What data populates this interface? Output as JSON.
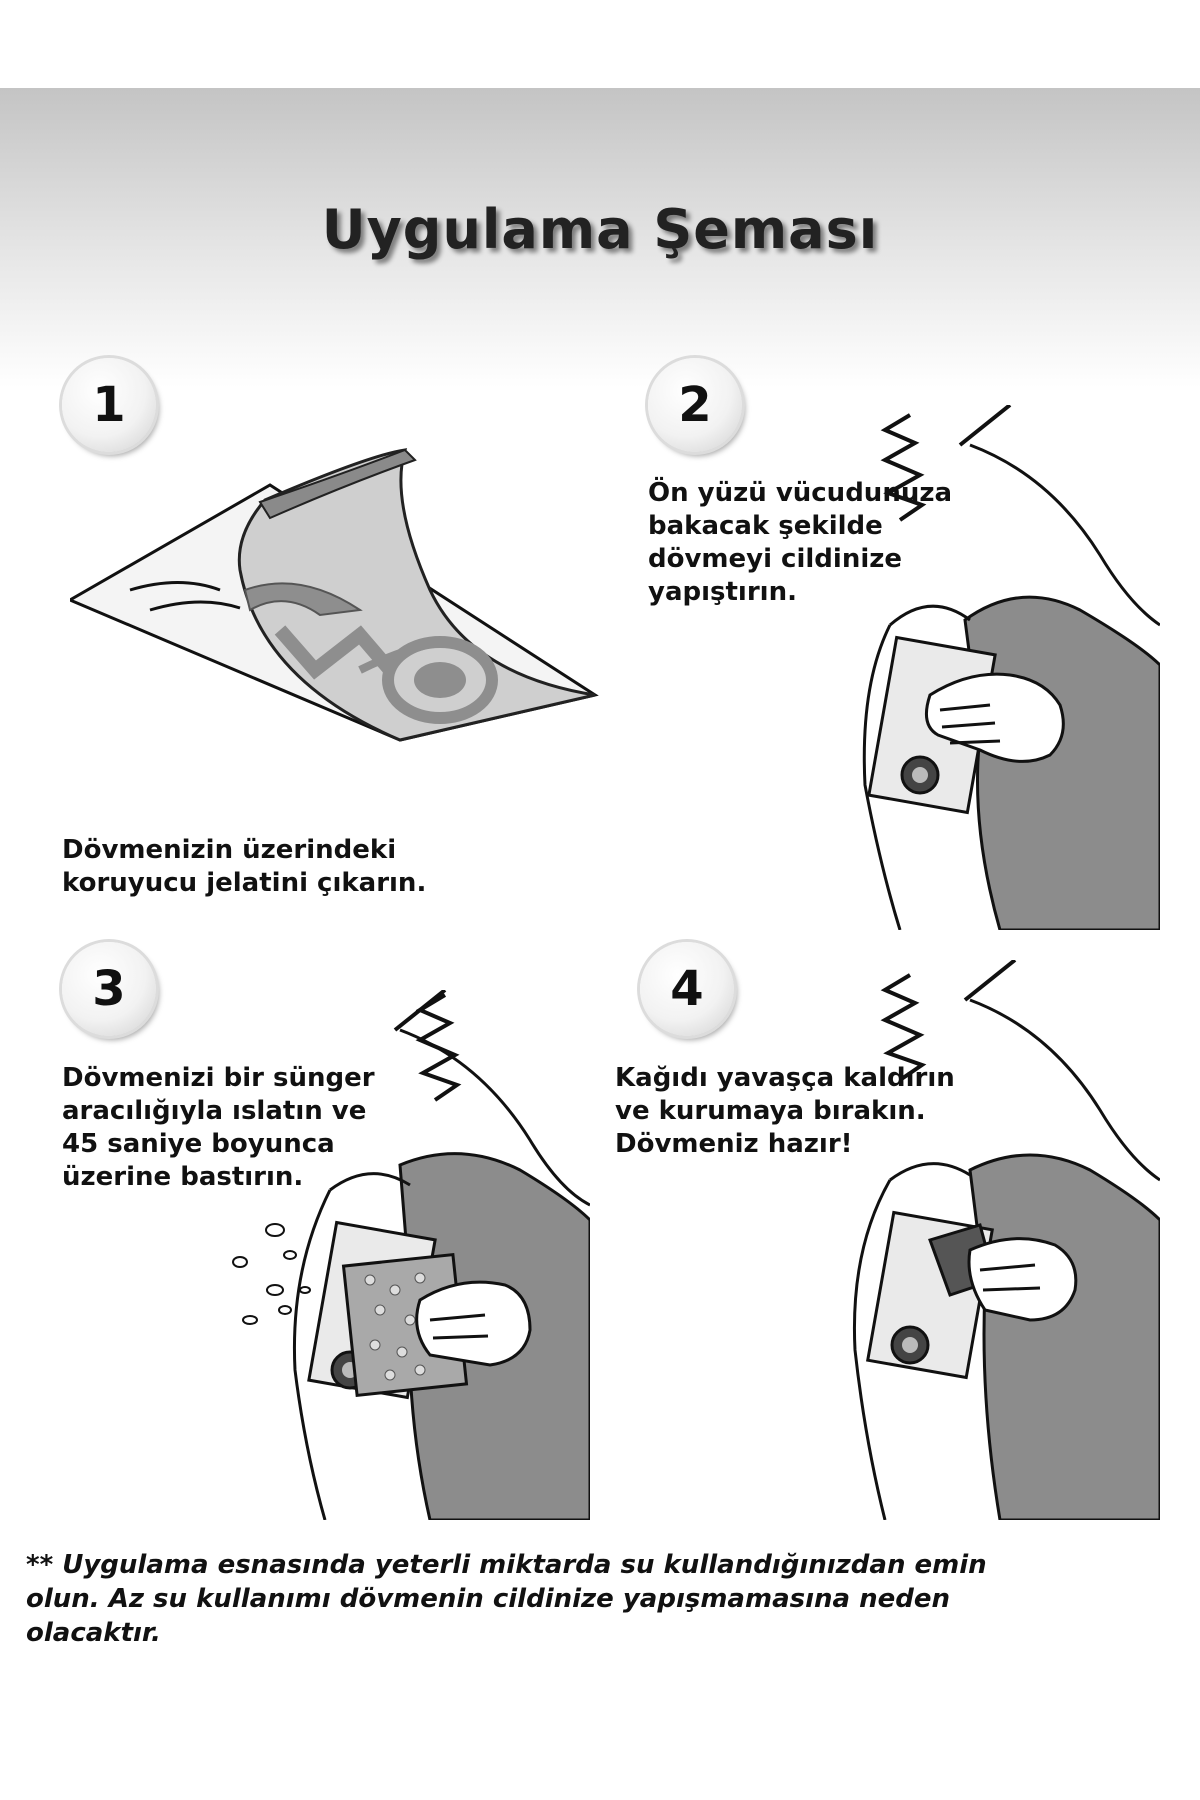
{
  "title": "Uygulama Şeması",
  "steps": [
    {
      "number": "1",
      "lines": [
        "Dövmenizin üzerindeki",
        "koruyucu jelatini çıkarın."
      ]
    },
    {
      "number": "2",
      "lines": [
        "Ön yüzü vücudunuza",
        "bakacak şekilde",
        "dövmeyi cildinize",
        "yapıştırın."
      ]
    },
    {
      "number": "3",
      "lines": [
        "Dövmenizi bir sünger",
        "aracılığıyla ıslatın ve",
        "45 saniye boyunca",
        "üzerine bastırın."
      ]
    },
    {
      "number": "4",
      "lines": [
        "Kağıdı yavaşça kaldırın",
        "ve kurumaya bırakın.",
        "Dövmeniz hazır!"
      ]
    }
  ],
  "note": {
    "lines": [
      "** Uygulama esnasında yeterli miktarda su kullandığınızdan emin",
      "olun. Az su kullanımı dövmenin cildinize yapışmamasına neden",
      "olacaktır."
    ]
  },
  "icons": {
    "step1": "tattoo-sheet-peel-icon",
    "step2": "arm-apply-tattoo-icon",
    "step3": "sponge-wet-icon",
    "step4": "paper-peel-icon"
  },
  "colors": {
    "sleeve": "#8c8c8c",
    "skin": "#ffffff",
    "ink": "#111111"
  }
}
